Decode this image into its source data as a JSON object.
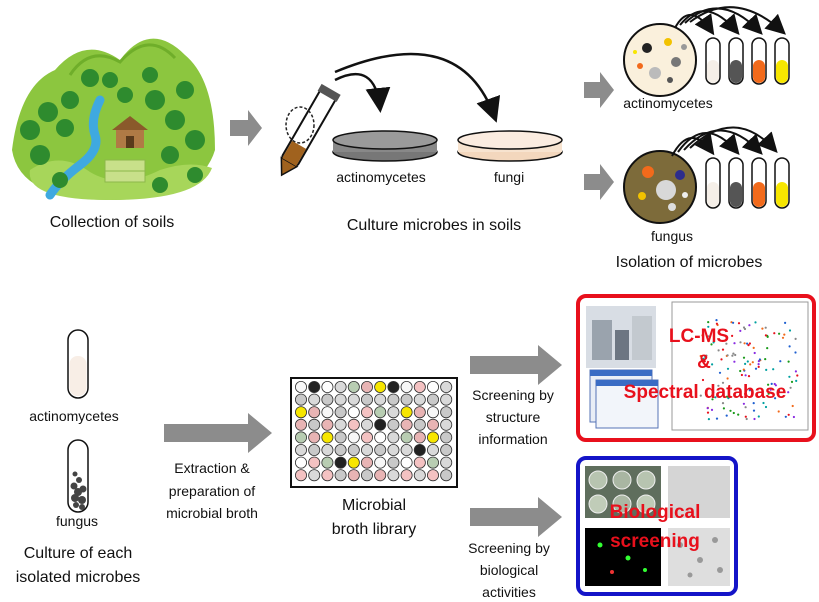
{
  "top": {
    "collection_caption": "Collection of soils",
    "culture_caption": "Culture microbes in soils",
    "dish_actino": "actinomycetes",
    "dish_fungi": "fungi",
    "isolate_actino": "actinomycetes",
    "isolate_fungus": "fungus",
    "isolation_caption": "Isolation of microbes"
  },
  "bottom": {
    "tube_actino": "actinomycetes",
    "tube_fungus": "fungus",
    "culture_caption_1": "Culture of each",
    "culture_caption_2": "isolated microbes",
    "extraction_1": "Extraction &",
    "extraction_2": "preparation of",
    "extraction_3": "microbial broth",
    "library_1": "Microbial",
    "library_2": "broth library",
    "structure_1": "Screening by",
    "structure_2": "structure",
    "structure_3": "information",
    "bio_1": "Screening by",
    "bio_2": "biological",
    "bio_3": "activities",
    "lcms_1": "LC-MS",
    "lcms_2": "&",
    "lcms_3": "Spectral database",
    "bio_screen_1": "Biological",
    "bio_screen_2": "screening"
  },
  "colors": {
    "arrow_gray": "#8c8c8c",
    "red_frame": "#e8101c",
    "blue_frame": "#1414c8",
    "orange_fill": "#f26a1b",
    "yellow_fill": "#f7e600"
  }
}
